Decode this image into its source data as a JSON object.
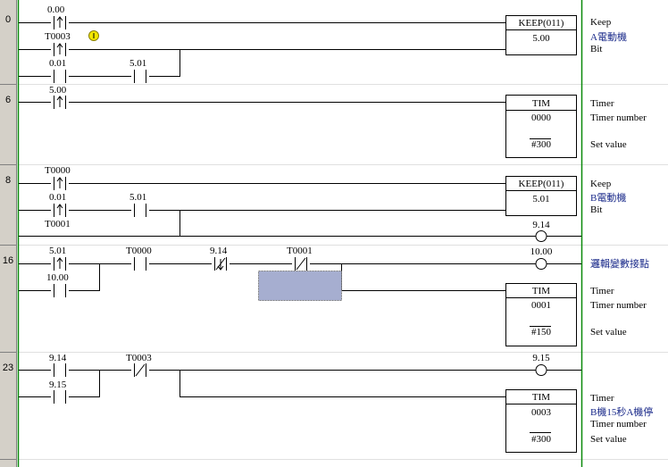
{
  "rungs": [
    {
      "step": "0"
    },
    {
      "step": "6"
    },
    {
      "step": "8"
    },
    {
      "step": "16"
    },
    {
      "step": "23"
    }
  ],
  "r0": {
    "c1": "0.00",
    "c2": "T0003",
    "c3": "0.01",
    "c4": "5.01",
    "instr": "KEEP(011)",
    "operand": "5.00",
    "comment1": "Keep",
    "comment2": "A電動機",
    "comment3": "Bit"
  },
  "r6": {
    "c1": "5.00",
    "instr": "TIM",
    "num": "0000",
    "sv": "#300",
    "comment1": "Timer",
    "comment2": "Timer number",
    "comment3": "Set value"
  },
  "r8": {
    "c1": "T0000",
    "c2": "0.01",
    "c3": "5.01",
    "c4": "T0001",
    "instr": "KEEP(011)",
    "operand": "5.01",
    "coil": "9.14",
    "comment1": "Keep",
    "comment2": "B電動機",
    "comment3": "Bit"
  },
  "r16": {
    "c1": "5.01",
    "c2": "T0000",
    "c3": "9.14",
    "c4": "T0001",
    "c5": "10.00",
    "coil": "10.00",
    "coil_comment": "邏輯變數接點",
    "instr": "TIM",
    "num": "0001",
    "sv": "#150",
    "comment1": "Timer",
    "comment2": "Timer number",
    "comment3": "Set value"
  },
  "r23": {
    "c1": "9.14",
    "c2": "T0003",
    "c3": "9.15",
    "coil": "9.15",
    "instr": "TIM",
    "num": "0003",
    "sv": "#300",
    "comment1": "Timer",
    "comment2": "B機15秒A機停",
    "comment3": "Timer number",
    "comment4": "Set value"
  },
  "colors": {
    "rail": "#0b8a0b",
    "wire": "#000000",
    "selection": "#a6aed0",
    "comment_blue": "#1a2a8a"
  }
}
